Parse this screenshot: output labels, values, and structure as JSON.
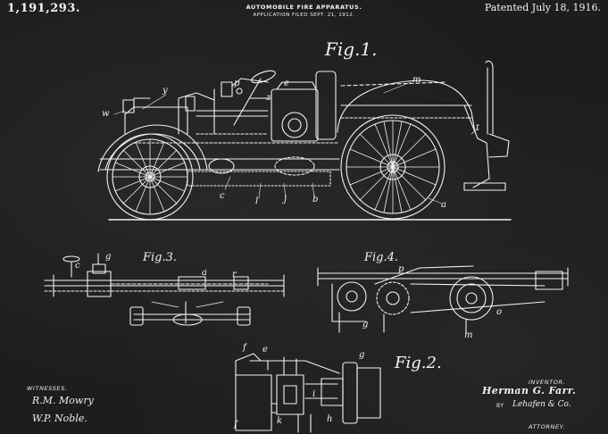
{
  "header": {
    "patent_number": "1,191,293.",
    "patented_date": "Patented July 18, 1916.",
    "title": "AUTOMOBILE FIRE APPARATUS.",
    "filed": "APPLICATION FILED SEPT. 21, 1912."
  },
  "figures": {
    "fig1": "Fig.1.",
    "fig2": "Fig.2.",
    "fig3": "Fig.3.",
    "fig4": "Fig.4."
  },
  "footer": {
    "witnesses_label": "WITNESSES.",
    "witness_1": "R.M. Mowry",
    "witness_2": "W.P. Noble.",
    "inventor_label": "INVENTOR.",
    "inventor_name": "Herman G. Farr.",
    "by_label": "BY",
    "attorney_signature": "Lehafen & Co.",
    "attorney_label": "ATTORNEY."
  },
  "colors": {
    "background": "#1d1d1d",
    "ink": "#f2f2f2"
  }
}
